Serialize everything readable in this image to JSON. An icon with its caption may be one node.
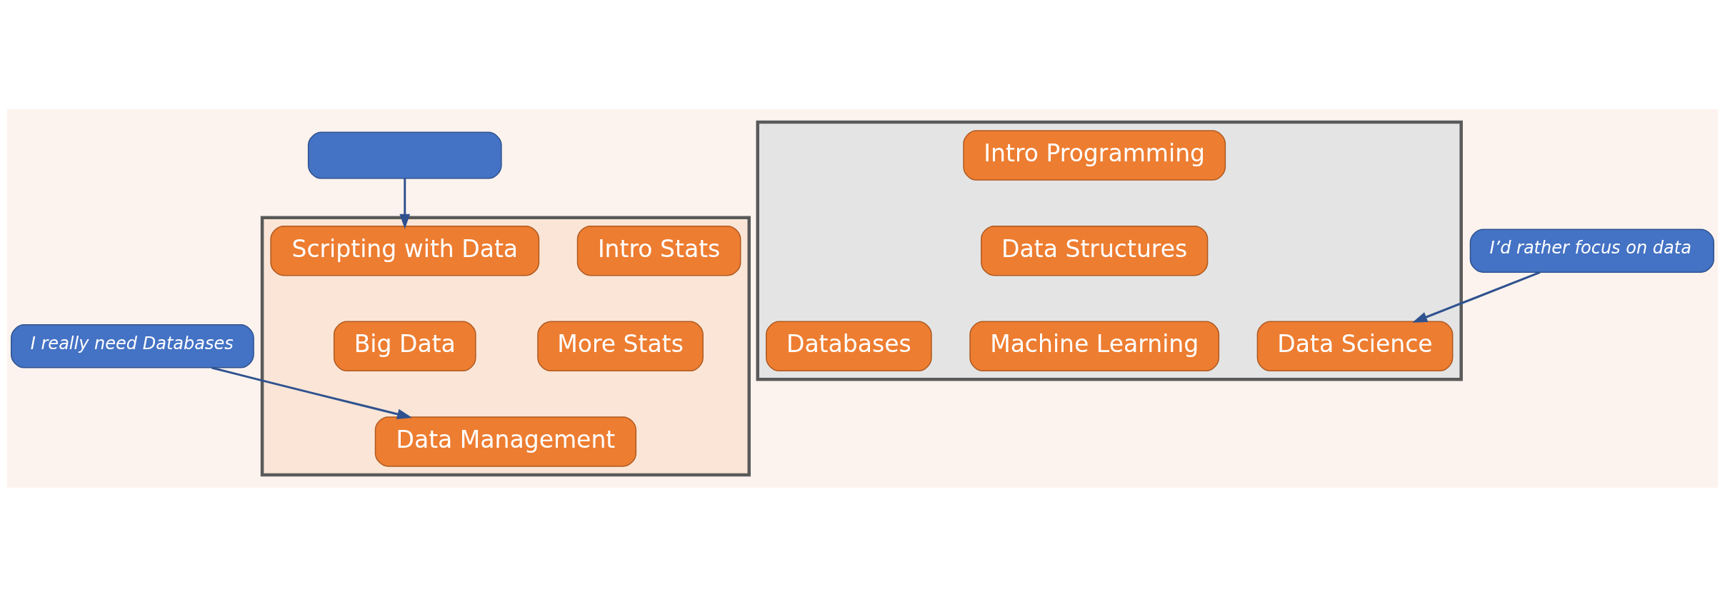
{
  "diagram": {
    "nodes": [
      {
        "text": [],
        "shape": "box"
      },
      {
        "text": [
          "Intro Stats"
        ],
        "in": 0
      },
      {
        "text": [
          "Scripting with Data"
        ],
        "in": 0
      },
      {
        "text": [
          "More Stats"
        ],
        "in": 0
      },
      {
        "text": [
          "Big Data"
        ],
        "in": 0
      },
      {
        "text": [
          "Data Management"
        ],
        "in": 0
      },
      {
        "text": [],
        "shape": "box"
      },
      {
        "text": [
          "Intro Programming"
        ],
        "in": 6
      },
      {
        "text": [
          "Data Structures"
        ],
        "in": 6
      },
      {
        "text": [
          "Databases"
        ],
        "in": 6
      },
      {
        "text": [
          "Data Science"
        ],
        "in": 6
      },
      {
        "text": [
          "Machine Learning"
        ],
        "in": 6
      },
      {
        "text": [],
        "shape": "box"
      },
      {
        "text": [
          "I’d rather focus on data"
        ]
      },
      {
        "text": [
          "I really need Databases"
        ]
      }
    ],
    "edges": [
      {
        "from": 12,
        "to": 2,
        "arrow": "to"
      },
      {
        "from": 13,
        "to": 10,
        "arrow": "to"
      },
      {
        "from": 14,
        "to": 5,
        "arrow": "to"
      }
    ]
  }
}
